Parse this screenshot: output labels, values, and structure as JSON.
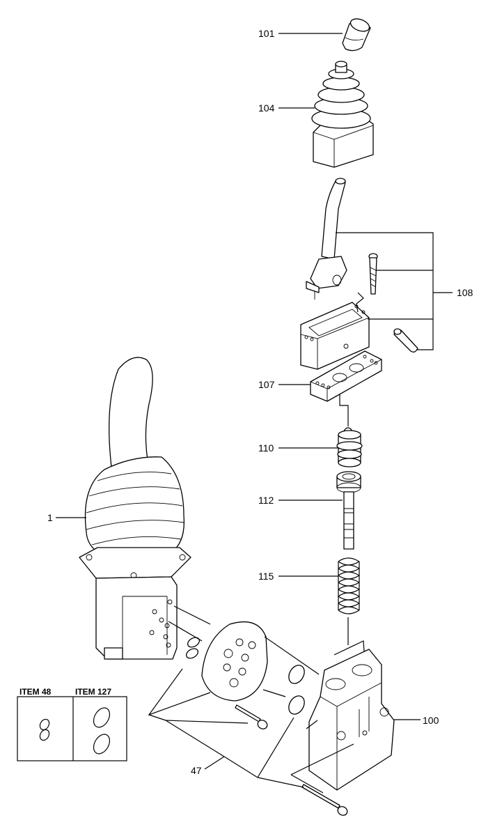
{
  "callouts": {
    "p101": "101",
    "p104": "104",
    "p108": "108",
    "p107": "107",
    "p110": "110",
    "p112": "112",
    "p115": "115",
    "p1": "1",
    "p100": "100",
    "p47": "47"
  },
  "inset": {
    "col1": "ITEM 48",
    "col2": "ITEM 127"
  }
}
